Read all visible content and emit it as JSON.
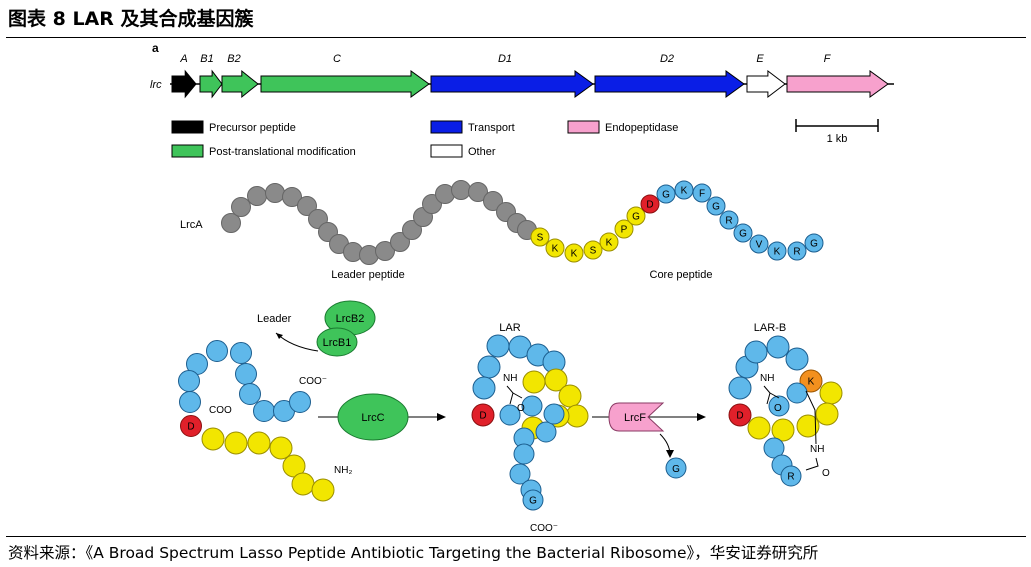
{
  "title": "图表 8  LAR 及其合成基因簇",
  "source": "资料来源：《A Broad Spectrum Lasso Peptide Antibiotic Targeting the Bacterial Ribosome》，华安证券研究所",
  "panel_label": "a",
  "colors": {
    "black": "#000000",
    "green": "#3fc45a",
    "blue": "#0a1ee6",
    "pink": "#f7a1cd",
    "white": "#ffffff",
    "grey": "#8a8a8a",
    "yellow": "#f2e600",
    "cyan": "#5fb8ea",
    "red": "#e0202a",
    "orange": "#f3901e"
  },
  "gene_cluster": {
    "locus": "lrc",
    "genes": [
      {
        "label": "A",
        "color": "black"
      },
      {
        "label": "B1",
        "color": "green"
      },
      {
        "label": "B2",
        "color": "green"
      },
      {
        "label": "C",
        "color": "green"
      },
      {
        "label": "D1",
        "color": "blue"
      },
      {
        "label": "D2",
        "color": "blue"
      },
      {
        "label": "E",
        "color": "white"
      },
      {
        "label": "F",
        "color": "pink"
      }
    ],
    "scale_bar": "1 kb"
  },
  "legend": [
    {
      "label": "Precursor peptide",
      "color": "black"
    },
    {
      "label": "Post-translational modification",
      "color": "green"
    },
    {
      "label": "Transport",
      "color": "blue"
    },
    {
      "label": "Other",
      "color": "white"
    },
    {
      "label": "Endopeptidase",
      "color": "pink"
    }
  ],
  "precursor": {
    "name": "LrcA",
    "leader_label": "Leader peptide",
    "core_label": "Core peptide",
    "core_residues": [
      "S",
      "K",
      "K",
      "S",
      "K",
      "P",
      "G",
      "D",
      "G",
      "K",
      "F",
      "G",
      "R",
      "G",
      "V",
      "K",
      "R",
      "G"
    ]
  },
  "pathway": {
    "enzyme_b2": "LrcB2",
    "enzyme_b1": "LrcB1",
    "leader": "Leader",
    "coo_minus": "COO⁻",
    "coo": "COO",
    "nh2": "NH₂",
    "residue_d": "D",
    "enzyme_c": "LrcC",
    "product_lar": "LAR",
    "nh": "NH",
    "o": "O",
    "residue_g": "G",
    "enzyme_f": "LrcF",
    "cleaved_g": "G",
    "product_larb": "LAR-B",
    "residue_k": "K",
    "residue_r": "R"
  }
}
